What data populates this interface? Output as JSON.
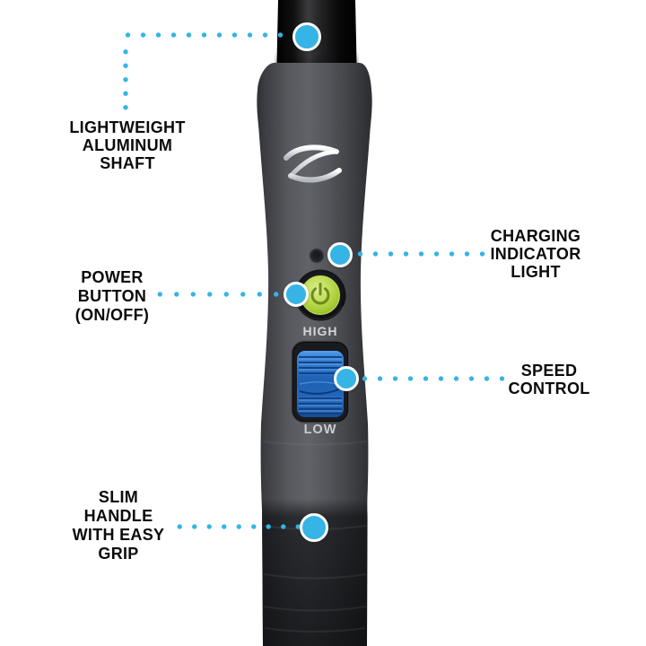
{
  "diagram": {
    "callouts": {
      "shaft": {
        "label": "LIGHTWEIGHT\nALUMINUM\nSHAFT"
      },
      "power_button": {
        "label": "POWER\nBUTTON\n(ON/OFF)"
      },
      "charging_indicator": {
        "label": "CHARGING\nINDICATOR\nLIGHT"
      },
      "speed_control": {
        "label": "SPEED\nCONTROL"
      },
      "grip": {
        "label": "SLIM\nHANDLE\nWITH EASY\nGRIP"
      }
    },
    "device": {
      "high_label": "HIGH",
      "low_label": "LOW"
    }
  },
  "icons": {
    "power_icon": "power-symbol",
    "brand_logo": "swoosh-z-logo",
    "callout_dot": "cyan-circle-marker"
  },
  "colors": {
    "accent_cyan": "#35b4e5",
    "power_button_green": "#a9cc37",
    "speed_slider_blue": "#2e77cc",
    "label_text": "#0b0b0b"
  }
}
